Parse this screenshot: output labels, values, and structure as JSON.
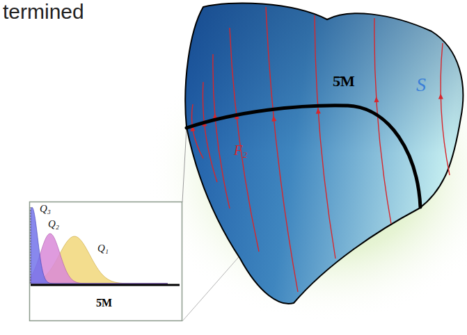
{
  "diagram": {
    "nodes": [
      {
        "text": [
          "5̄M",
          "S",
          "F₂"
        ]
      },
      {
        "text": [
          "Q₃",
          "Q₂",
          "Q₁",
          "5̄M"
        ]
      }
    ],
    "labels": [
      "termined"
    ]
  }
}
